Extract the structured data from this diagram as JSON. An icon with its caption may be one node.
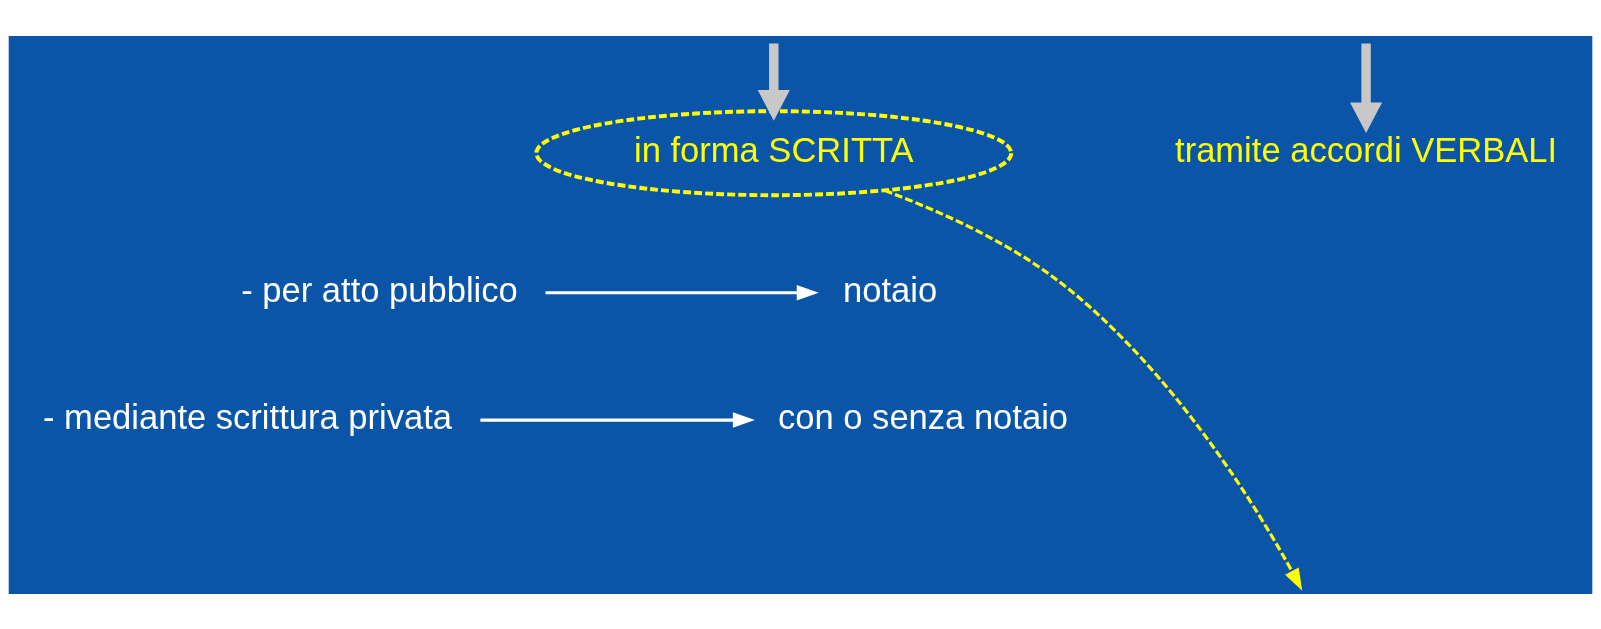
{
  "diagram": {
    "nodes": [
      {
        "text": [
          "in forma SCRITTA"
        ]
      },
      {
        "text": [
          "tramite accordi VERBALI"
        ]
      },
      {
        "text": [
          "- per atto pubblico"
        ]
      },
      {
        "text": [
          "notaio"
        ]
      },
      {
        "text": [
          "- mediante scrittura privata"
        ]
      },
      {
        "text": [
          "con o senza notaio"
        ]
      }
    ],
    "edges": [
      {
        "from": 0,
        "to": null,
        "arrow": "to",
        "style": "dashed",
        "color": "#ffff00"
      },
      {
        "from": null,
        "to": 0,
        "arrow": "to",
        "style": "thick",
        "color": "#c8c8c8"
      },
      {
        "from": null,
        "to": 1,
        "arrow": "to",
        "style": "thick",
        "color": "#c8c8c8"
      },
      {
        "from": 2,
        "to": 3,
        "arrow": "to"
      },
      {
        "from": 4,
        "to": 5,
        "arrow": "to"
      }
    ]
  }
}
